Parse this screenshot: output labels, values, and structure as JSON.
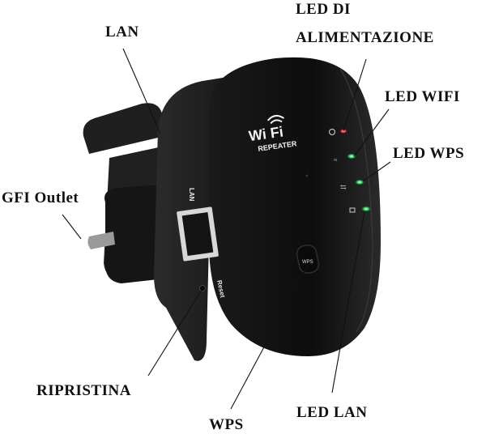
{
  "diagram": {
    "subject": "Wi-Fi Repeater",
    "device": {
      "logo_text": "Wi Fi",
      "logo_subtext": "REPEATER",
      "port_label": "LAN",
      "reset_label": "Reset",
      "wps_button_label": "WPS"
    },
    "leds": [
      {
        "name": "power",
        "color": "#e0203a",
        "icon": "power-icon"
      },
      {
        "name": "wifi",
        "color": "#2fd05a",
        "icon": "wifi-signal-icon"
      },
      {
        "name": "wps",
        "color": "#2fd05a",
        "icon": "wps-sync-icon"
      },
      {
        "name": "lan",
        "color": "#2fd05a",
        "icon": "lan-monitor-icon"
      }
    ],
    "annotations": {
      "power_led": {
        "line1": "LED DI",
        "line2": "ALIMENTAZIONE"
      },
      "lan": "LAN",
      "wifi_led": "LED WIFI",
      "wps_led": "LED WPS",
      "gfi_outlet": "GFI Outlet",
      "reset": "RIPRISTINA",
      "wps": "WPS",
      "lan_led": "LED LAN"
    }
  }
}
